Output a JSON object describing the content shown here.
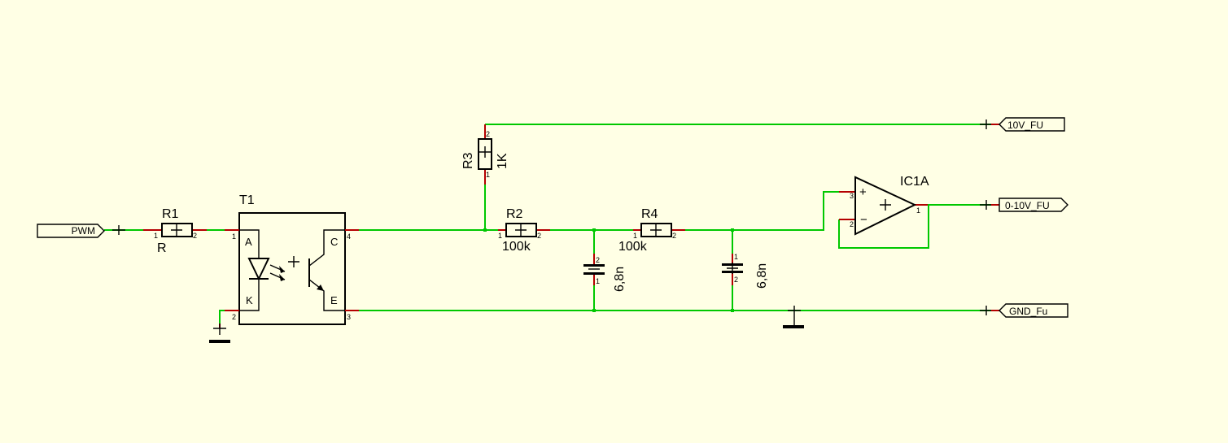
{
  "components": {
    "r1": {
      "name": "R1",
      "value": "R",
      "pin1": "1",
      "pin2": "2"
    },
    "r2": {
      "name": "R2",
      "value": "100k",
      "pin1": "1",
      "pin2": "2"
    },
    "r3": {
      "name": "R3",
      "value": "1K",
      "pin1": "1",
      "pin2": "2"
    },
    "r4": {
      "name": "R4",
      "value": "100k",
      "pin1": "1",
      "pin2": "2"
    },
    "c1": {
      "value": "6,8n",
      "pin_top": "2",
      "pin_bottom": "1"
    },
    "c2": {
      "value": "6,8n",
      "pin_top": "1",
      "pin_bottom": "2"
    },
    "t1": {
      "name": "T1",
      "pin_a": "A",
      "pin_k": "K",
      "pin_c": "C",
      "pin_e": "E",
      "pin1": "1",
      "pin2": "2",
      "pin3": "3",
      "pin4": "4"
    },
    "ic1a": {
      "name": "IC1A",
      "plus": "+",
      "minus": "−",
      "pin1": "1",
      "pin2": "2",
      "pin3": "3"
    }
  },
  "ports": {
    "pwm": "PWM",
    "v10": "10V_FU",
    "v010": "0-10V_FU",
    "gnd": "GND_Fu"
  },
  "colors": {
    "background": "#FFFFE5",
    "wire": "#00C800",
    "pin": "#B40000",
    "symbol": "#000000"
  }
}
